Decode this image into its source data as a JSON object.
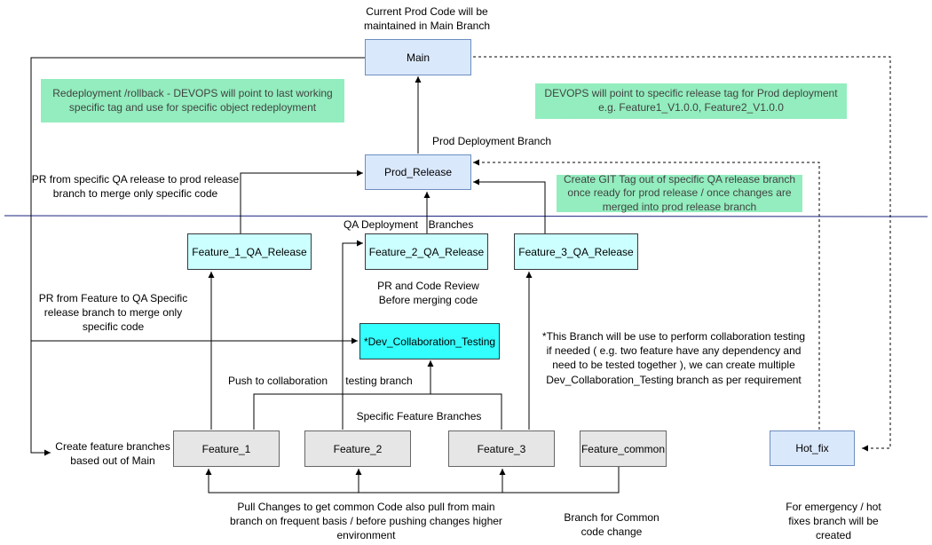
{
  "header_note": "Current Prod Code will be\nmaintained in Main Branch",
  "nodes": {
    "main": "Main",
    "prod_release": "Prod_Release",
    "feature_1_qa": "Feature_1_QA_Release",
    "feature_2_qa": "Feature_2_QA_Release",
    "feature_3_qa": "Feature_3_QA_Release",
    "dev_collab": "*Dev_Collaboration_Testing",
    "feature_1": "Feature_1",
    "feature_2": "Feature_2",
    "feature_3": "Feature_3",
    "feature_common": "Feature_common",
    "hot_fix": "Hot_fix"
  },
  "notes": {
    "redeployment": "Redeployment /rollback - DEVOPS will point to last working\nspecific tag and use for specific object redeployment",
    "devops_tag": "DEVOPS will point to specific release tag for Prod deployment\ne.g. Feature1_V1.0.0, Feature2_V1.0.0",
    "git_tag": "Create GIT Tag out of specific QA release branch\nonce ready for prod release / once changes are\nmerged into prod release branch"
  },
  "labels": {
    "prod_deploy_branch": "Prod Deployment Branch",
    "pr_qa_to_prod": "PR from specific QA release to prod release\nbranch to merge only specific code",
    "qa_deploy": "QA Deployment",
    "branches": "Branches",
    "pr_code_review": "PR and Code Review\nBefore merging code",
    "pr_feature_to_qa": "PR from Feature to QA Specific\nrelease branch to merge only\nspecific code",
    "collab_note": "*This Branch will be use to perform  collaboration testing\nif needed ( e.g. two feature have any dependency and\nneed to be tested together ), we can create multiple\nDev_Collaboration_Testing branch as per requirement",
    "push_collab": "Push to collaboration",
    "testing_branch": "testing branch",
    "specific_feature_branches": "Specific Feature Branches",
    "create_feature_branches": "Create feature branches\nbased out of Main",
    "pull_changes": "Pull Changes  to get common Code also pull from main\nbranch on frequent basis / before pushing changes higher\nenvironment",
    "common_code": "Branch for Common\ncode change",
    "hotfix_note": "For emergency / hot\nfixes  branch will be\ncreated"
  },
  "colors": {
    "main_fill": "#dae8fc",
    "qa_fill": "#ccffff",
    "collab_fill": "#33ffff",
    "feature_fill": "#e6e6e6",
    "note_fill": "#6fe8a9",
    "separator": "#1a237e"
  }
}
